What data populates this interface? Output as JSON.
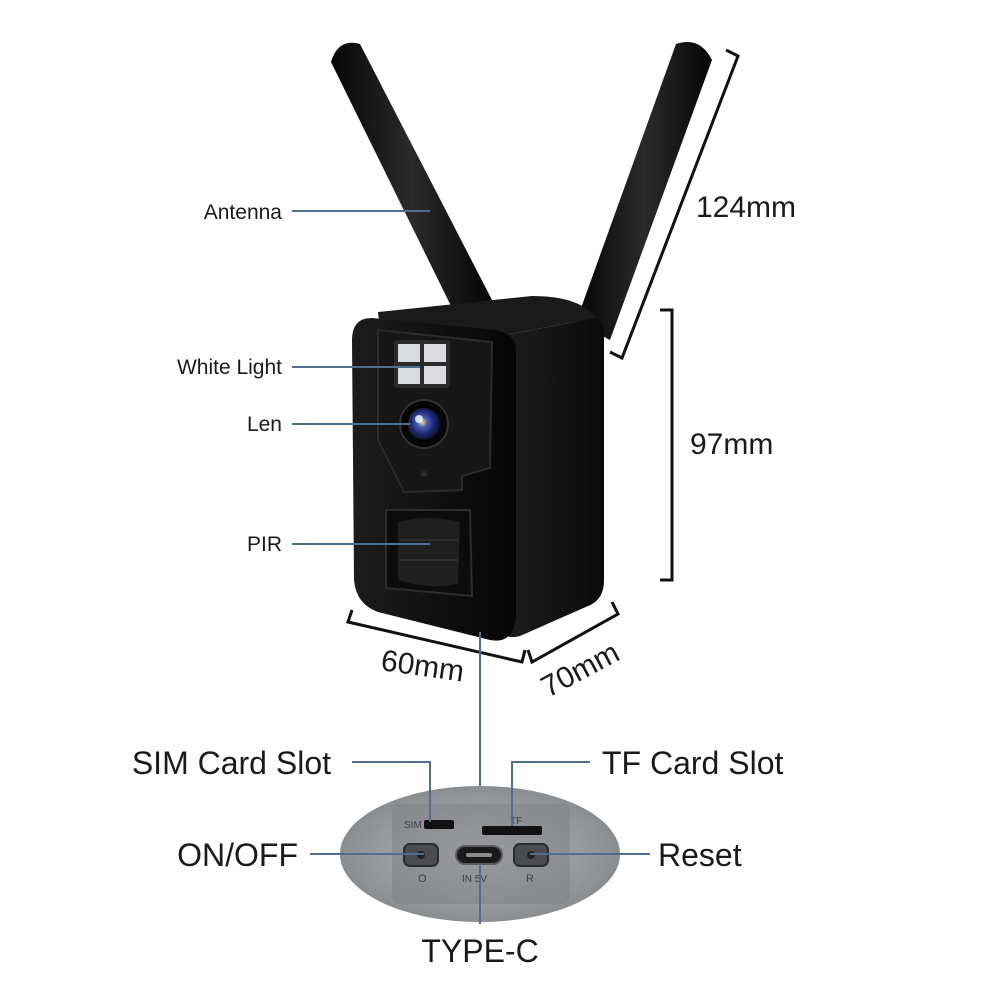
{
  "callouts": {
    "antenna": "Antenna",
    "white_light": "White Light",
    "len": "Len",
    "pir": "PIR",
    "sim_slot": "SIM Card Slot",
    "tf_slot": "TF Card Slot",
    "on_off": "ON/OFF",
    "reset": "Reset",
    "type_c": "TYPE-C"
  },
  "dimensions": {
    "antenna_length": "124mm",
    "body_height": "97mm",
    "width": "60mm",
    "depth": "70mm"
  },
  "port_markings": {
    "sim": "SIM",
    "tf": "TF",
    "power": "O",
    "usb": "IN 5V",
    "reset": "R"
  },
  "colors": {
    "leader_line": "#4e6f91",
    "device_body": "#101010",
    "port_panel": "#9a9c9e"
  }
}
